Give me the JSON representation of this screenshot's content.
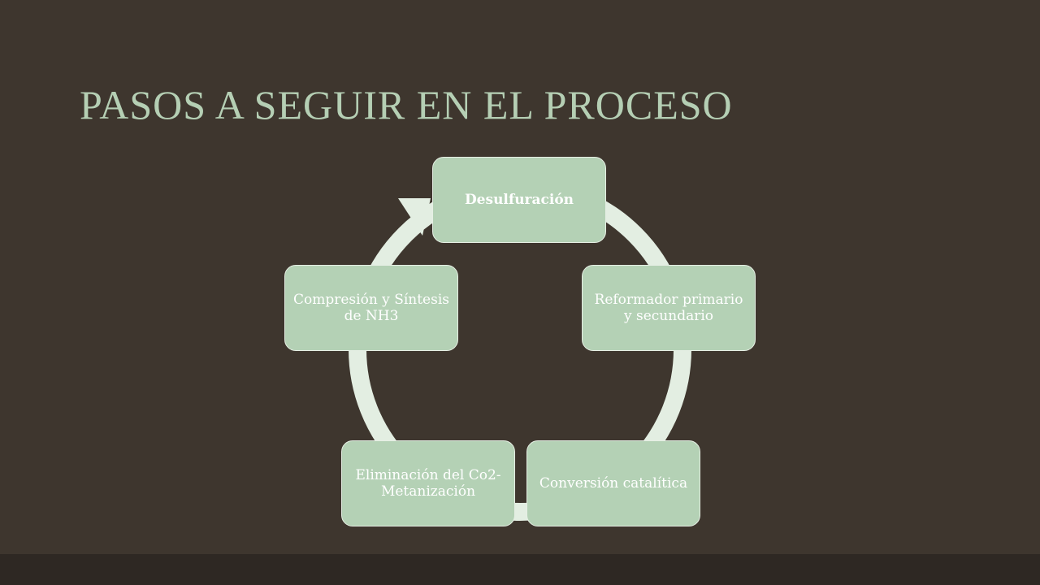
{
  "slide": {
    "title": "PASOS A SEGUIR EN EL PROCESO"
  },
  "colors": {
    "background": "#3e362e",
    "footer_band": "#2e2823",
    "title_text": "#b5cfb4",
    "node_fill": "#b4d1b5",
    "cycle_ring": "#e3eee2",
    "node_text": "#ffffff"
  },
  "cycle": {
    "direction": "clockwise",
    "steps": [
      {
        "label": "Desulfuración",
        "bold": true
      },
      {
        "label": "Reformador primario y secundario",
        "bold": false
      },
      {
        "label": "Conversión catalítica",
        "bold": false
      },
      {
        "label": "Eliminación del Co2- Metanización",
        "bold": false
      },
      {
        "label": "Compresión y Síntesis de NH3",
        "bold": false
      }
    ]
  }
}
